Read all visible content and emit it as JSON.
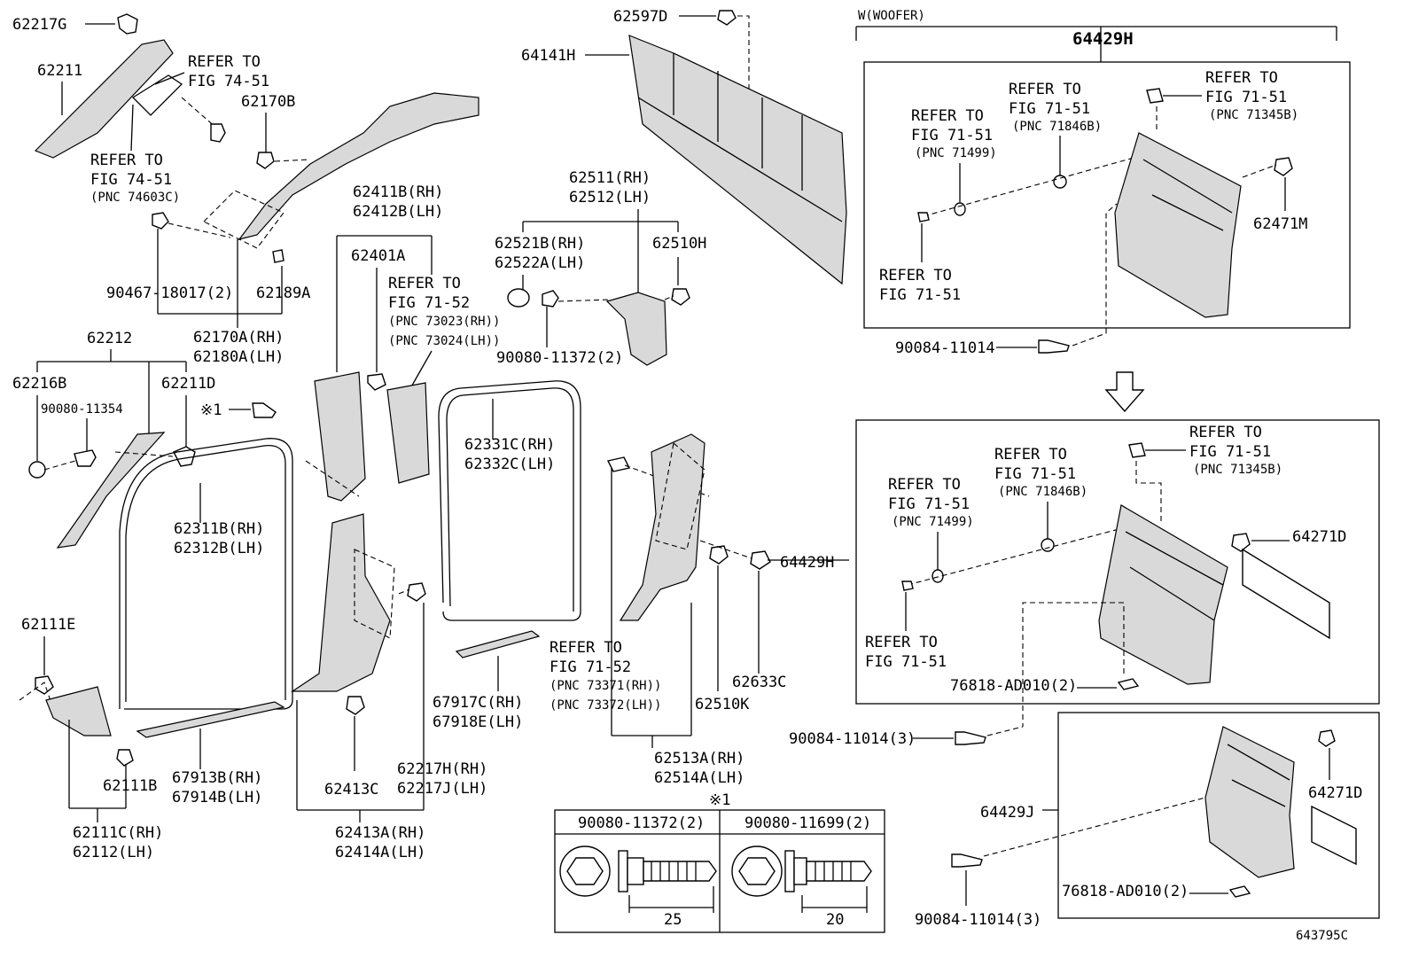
{
  "callouts": {
    "c62217G": "62217G",
    "c62211": "62211",
    "refer7451a_1": "REFER TO",
    "refer7451a_2": "FIG 74-51",
    "c62170B": "62170B",
    "refer7451b_1": "REFER TO",
    "refer7451b_2": "FIG 74-51",
    "refer7451b_3": "(PNC 74603C)",
    "c90467": "90467-18017(2)",
    "c62189A": "62189A",
    "c62170A": "62170A(RH)",
    "c62180A": "62180A(LH)",
    "c62212": "62212",
    "c62216B": "62216B",
    "c62211D": "62211D",
    "c90080_11354": "90080-11354",
    "mark1": "※1",
    "c62111E": "62111E",
    "c62111B": "62111B",
    "c62111C": "62111C(RH)",
    "c62112": "62112(LH)",
    "c62311B": "62311B(RH)",
    "c62312B": "62312B(LH)",
    "c67913B": "67913B(RH)",
    "c67914B": "67914B(LH)",
    "c62411B": "62411B(RH)",
    "c62412B": "62412B(LH)",
    "c62401A": "62401A",
    "refer7152a_1": "REFER TO",
    "refer7152a_2": "FIG 71-52",
    "refer7152a_3": "(PNC 73023(RH))",
    "refer7152a_4": "(PNC 73024(LH))",
    "c62413C": "62413C",
    "c62217H": "62217H(RH)",
    "c62217J": "62217J(LH)",
    "c62413A": "62413A(RH)",
    "c62414A": "62414A(LH)",
    "c62331C": "62331C(RH)",
    "c62332C": "62332C(LH)",
    "c67917C": "67917C(RH)",
    "c67918E": "67918E(LH)",
    "c62597D": "62597D",
    "c64141H": "64141H",
    "c62511": "62511(RH)",
    "c62512": "62512(LH)",
    "c62521B": "62521B(RH)",
    "c62522A": "62522A(LH)",
    "c62510H": "62510H",
    "c90080_11372": "90080-11372(2)",
    "refer7152b_1": "REFER TO",
    "refer7152b_2": "FIG 71-52",
    "refer7152b_3": "(PNC 73371(RH))",
    "refer7152b_4": "(PNC 73372(LH))",
    "c62510K": "62510K",
    "c62633C": "62633C",
    "c62513A": "62513A(RH)",
    "c62514A": "62514A(LH)",
    "woofer": "W(WOOFER)",
    "c64429H_top": "64429H",
    "r71499_1": "REFER TO",
    "r71499_2": "FIG 71-51",
    "r71499_3": "(PNC 71499)",
    "r71846_1": "REFER TO",
    "r71846_2": "FIG 71-51",
    "r71846_3": "(PNC 71846B)",
    "r71345_1": "REFER TO",
    "r71345_2": "FIG 71-51",
    "r71345_3": "(PNC 71345B)",
    "c62471M": "62471M",
    "r7151_1": "REFER TO",
    "r7151_2": "FIG 71-51",
    "c90084_top": "90084-11014",
    "b_r71499_1": "REFER TO",
    "b_r71499_2": "FIG 71-51",
    "b_r71499_3": "(PNC 71499)",
    "b_r71846_1": "REFER TO",
    "b_r71846_2": "FIG 71-51",
    "b_r71846_3": "(PNC 71846B)",
    "b_r71345_1": "REFER TO",
    "b_r71345_2": "FIG 71-51",
    "b_r71345_3": "(PNC 71345B)",
    "c64271D_a": "64271D",
    "c64429H_mid": "64429H",
    "b_r7151_1": "REFER TO",
    "b_r7151_2": "FIG 71-51",
    "c76818_a": "76818-AD010(2)",
    "c90084_mid": "90084-11014(3)",
    "c64429J": "64429J",
    "c64271D_b": "64271D",
    "c76818_b": "76818-AD010(2)",
    "c90084_bot": "90084-11014(3)",
    "fastener_mark": "※1",
    "fastener_a": "90080-11372(2)",
    "fastener_b": "90080-11699(2)",
    "dim_a": "25",
    "dim_b": "20",
    "figure_id": "643795C"
  }
}
